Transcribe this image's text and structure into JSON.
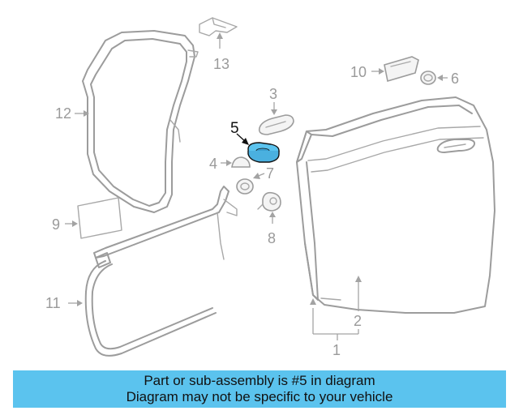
{
  "callouts": {
    "c1": "1",
    "c2": "2",
    "c3": "3",
    "c4": "4",
    "c5": "5",
    "c6": "6",
    "c7": "7",
    "c8": "8",
    "c9": "9",
    "c10": "10",
    "c11": "11",
    "c12": "12",
    "c13": "13"
  },
  "highlighted_part": "5",
  "colors": {
    "highlight": "#5bc3ee",
    "line_art": "#9c9c9c",
    "text": "#111111"
  },
  "banner": {
    "line1": "Part or sub-assembly is #5 in diagram",
    "line2": "Diagram may not be specific to your vehicle"
  }
}
